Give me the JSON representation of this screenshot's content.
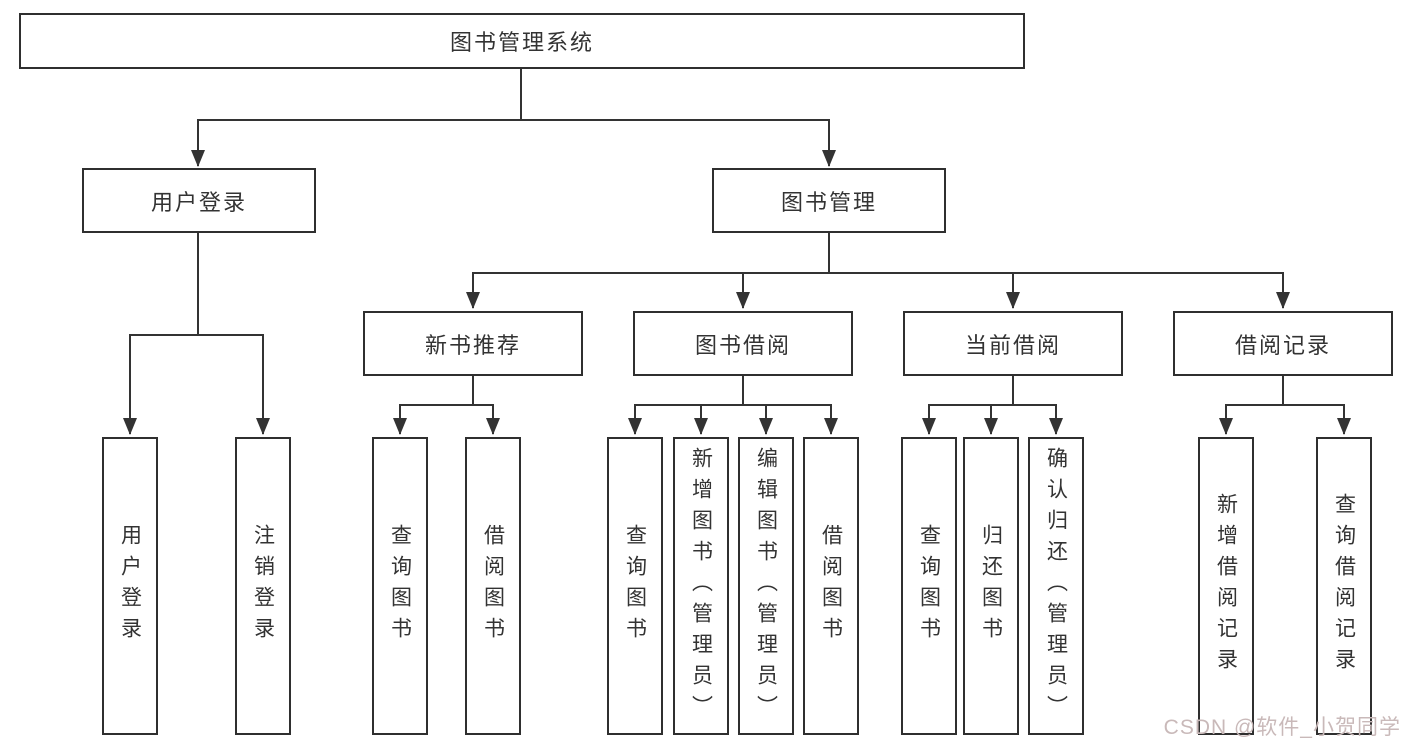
{
  "diagram": {
    "root_label": "图书管理系统",
    "level2": [
      {
        "label": "用户登录",
        "children": [
          "用户登录",
          "注销登录"
        ]
      },
      {
        "label": "图书管理"
      }
    ],
    "level3": [
      {
        "label": "新书推荐",
        "children": [
          "查询图书",
          "借阅图书"
        ]
      },
      {
        "label": "图书借阅",
        "children": [
          "查询图书",
          "新增图书（管理员）",
          "编辑图书（管理员）",
          "借阅图书"
        ]
      },
      {
        "label": "当前借阅",
        "children": [
          "查询图书",
          "归还图书",
          "确认归还（管理员）"
        ]
      },
      {
        "label": "借阅记录",
        "children": [
          "新增借阅记录",
          "查询借阅记录"
        ]
      }
    ]
  },
  "colors": {
    "line": "#333333",
    "box_border": "#2f2f2f",
    "box_fill": "#ffffff",
    "text": "#333333",
    "watermark": "#c9b9b9"
  },
  "watermark": {
    "text": "CSDN @软件_小贺同学"
  }
}
